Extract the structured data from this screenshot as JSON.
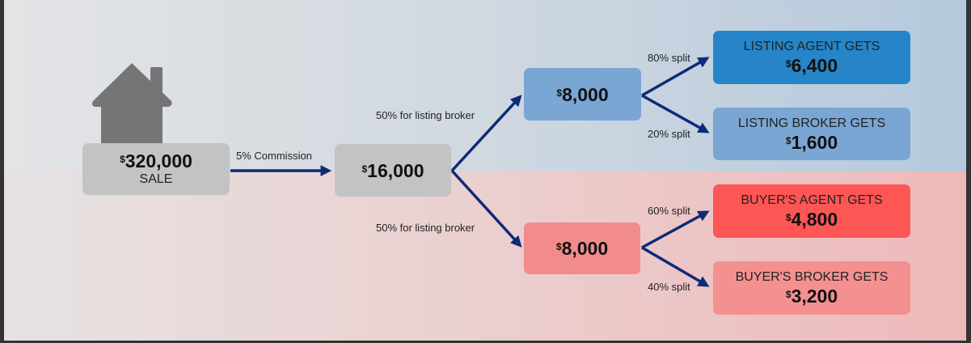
{
  "colors": {
    "arrow": "#0d2b78",
    "gray_box": "#c3c3c3",
    "blue_light": "#7aa6d4",
    "blue_dark": "#2585c8",
    "red_dark": "#fe5555",
    "red_light": "#f59090"
  },
  "sale": {
    "currency": "$",
    "amount": "320,000",
    "caption": "SALE",
    "icon": "house-icon"
  },
  "commission": {
    "label": "5% Commission",
    "currency": "$",
    "amount": "16,000"
  },
  "listing": {
    "label": "50% for listing broker",
    "currency": "$",
    "amount": "8,000",
    "agent": {
      "split": "80% split",
      "caption": "LISTING AGENT GETS",
      "currency": "$",
      "amount": "6,400"
    },
    "broker": {
      "split": "20% split",
      "caption": "LISTING BROKER GETS",
      "currency": "$",
      "amount": "1,600"
    }
  },
  "buyer": {
    "label": "50% for listing broker",
    "currency": "$",
    "amount": "8,000",
    "agent": {
      "split": "60% split",
      "caption": "BUYER'S AGENT GETS",
      "currency": "$",
      "amount": "4,800"
    },
    "broker": {
      "split": "40% split",
      "caption": "BUYER'S BROKER GETS",
      "currency": "$",
      "amount": "3,200"
    }
  }
}
